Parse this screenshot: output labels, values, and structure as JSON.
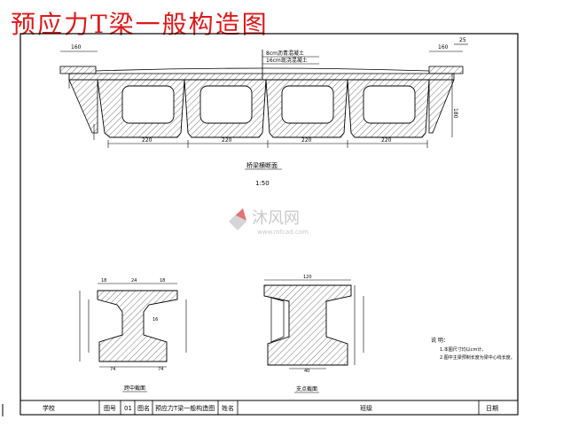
{
  "page_title": "预应力T梁一般构造图",
  "colors": {
    "title": "#e01818",
    "line": "#000000",
    "hatch": "#444444",
    "watermark": "#b8b8b8",
    "watermark_accent": "#d44"
  },
  "top_view": {
    "section_title": "桥梁横断面",
    "scale": "1:50",
    "layer_note_1": "8cm沥青混凝土",
    "layer_note_2": "16cm现浇混凝土",
    "dim_left": "160",
    "dim_right": "160",
    "dim_top_right": "25",
    "dim_height": "180",
    "spacing": [
      "220",
      "220",
      "220",
      "220"
    ]
  },
  "mid_section": {
    "title": "跨中截面",
    "dims": {
      "top_left": "18",
      "top_mid": "24",
      "flange": "18",
      "web": "16",
      "bottom_left": "74",
      "bottom_right": "74"
    }
  },
  "support_section": {
    "title": "支点截面",
    "dims": {
      "top": "120",
      "bottom": "40"
    }
  },
  "notes": {
    "heading": "说  明：",
    "items": [
      "1.本图尺寸均以cm计。",
      "2.图中主梁预制长度为梁中心线长度。"
    ]
  },
  "watermark": {
    "text": "沐风网",
    "url": "www.mfcad.com"
  },
  "title_block": {
    "school": "学校",
    "drawing_no_label": "图号",
    "drawing_no": "01",
    "drawing_name_label": "图名",
    "drawing_name": "预应力T梁一般构造图",
    "name_label": "姓名",
    "class_label": "班级",
    "date_label": "日期"
  }
}
